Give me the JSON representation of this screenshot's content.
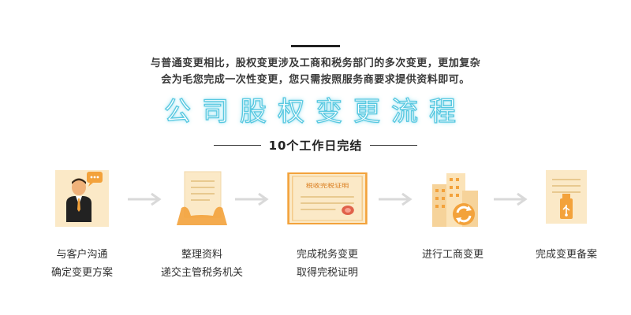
{
  "intro": {
    "line1": "与普通变更相比，股权变更涉及工商和税务部门的多次变更，更加复杂",
    "line2": "会为毛您完成一次性变更，您只需按照服务商要求提供资料即可。"
  },
  "title": "公司股权变更流程",
  "subtitle": "10个工作日完结",
  "colors": {
    "accent_orange": "#f3a23b",
    "accent_cyan": "#58c8e0",
    "paper": "#fbe9c7",
    "arrow": "#d9d9d9"
  },
  "steps": [
    {
      "icon": "consultant-icon",
      "line1": "与客户沟通",
      "line2": "确定变更方案"
    },
    {
      "icon": "documents-hand-icon",
      "line1": "整理资料",
      "line2": "递交主管税务机关"
    },
    {
      "icon": "tax-certificate-icon",
      "line1": "完成税务变更",
      "line2": "取得完税证明",
      "cert_text": "税收完税证明"
    },
    {
      "icon": "buildings-icon",
      "line1": "进行工商变更",
      "line2": ""
    },
    {
      "icon": "usb-document-icon",
      "line1": "完成变更备案",
      "line2": ""
    }
  ]
}
